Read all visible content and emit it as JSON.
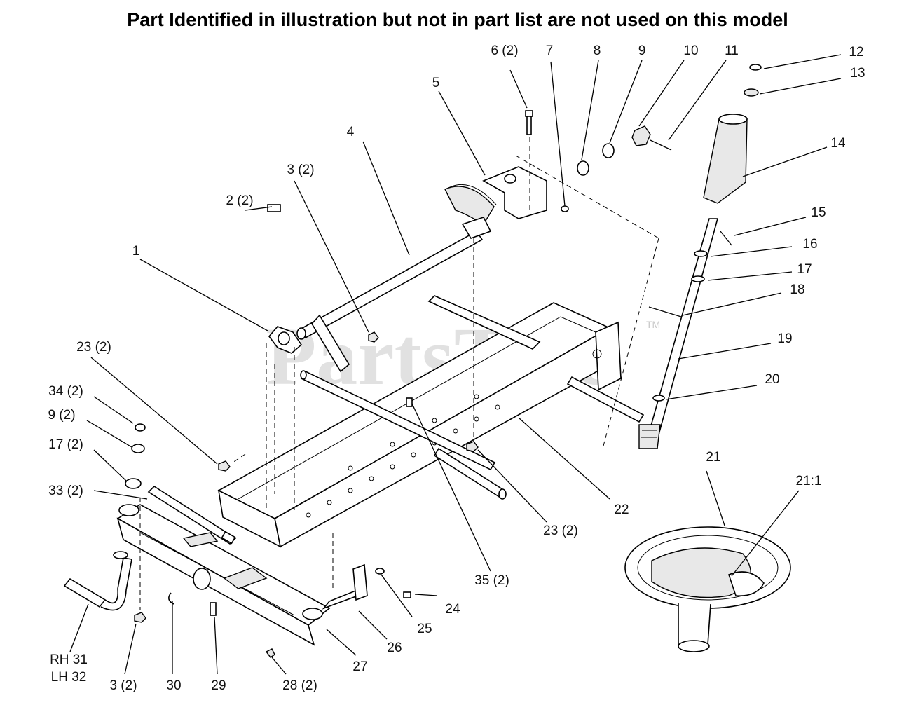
{
  "title": "Part Identified in illustration but not in part list are not used on this model",
  "watermark": {
    "text": "PartsTree",
    "tm": "TM"
  },
  "callouts": [
    {
      "id": "c1",
      "text": "1"
    },
    {
      "id": "c2",
      "text": "2 (2)"
    },
    {
      "id": "c3a",
      "text": "3 (2)"
    },
    {
      "id": "c4",
      "text": "4"
    },
    {
      "id": "c5",
      "text": "5"
    },
    {
      "id": "c6",
      "text": "6 (2)"
    },
    {
      "id": "c7",
      "text": "7"
    },
    {
      "id": "c8",
      "text": "8"
    },
    {
      "id": "c9a",
      "text": "9"
    },
    {
      "id": "c10",
      "text": "10"
    },
    {
      "id": "c11",
      "text": "11"
    },
    {
      "id": "c12",
      "text": "12"
    },
    {
      "id": "c13",
      "text": "13"
    },
    {
      "id": "c14",
      "text": "14"
    },
    {
      "id": "c15",
      "text": "15"
    },
    {
      "id": "c16",
      "text": "16"
    },
    {
      "id": "c17a",
      "text": "17"
    },
    {
      "id": "c18",
      "text": "18"
    },
    {
      "id": "c19",
      "text": "19"
    },
    {
      "id": "c20",
      "text": "20"
    },
    {
      "id": "c23a",
      "text": "23 (2)"
    },
    {
      "id": "c34",
      "text": "34 (2)"
    },
    {
      "id": "c9b",
      "text": "9 (2)"
    },
    {
      "id": "c17b",
      "text": "17 (2)"
    },
    {
      "id": "c33",
      "text": "33 (2)"
    },
    {
      "id": "c21",
      "text": "21"
    },
    {
      "id": "c211",
      "text": "21:1"
    },
    {
      "id": "c22",
      "text": "22"
    },
    {
      "id": "c23b",
      "text": "23 (2)"
    },
    {
      "id": "c35",
      "text": "35 (2)"
    },
    {
      "id": "c24",
      "text": "24"
    },
    {
      "id": "c25",
      "text": "25"
    },
    {
      "id": "c26",
      "text": "26"
    },
    {
      "id": "c27",
      "text": "27"
    },
    {
      "id": "c28",
      "text": "28 (2)"
    },
    {
      "id": "c29",
      "text": "29"
    },
    {
      "id": "c30",
      "text": "30"
    },
    {
      "id": "c3b",
      "text": "3 (2)"
    },
    {
      "id": "c31",
      "text": "RH 31"
    },
    {
      "id": "c32",
      "text": "LH 32"
    }
  ]
}
